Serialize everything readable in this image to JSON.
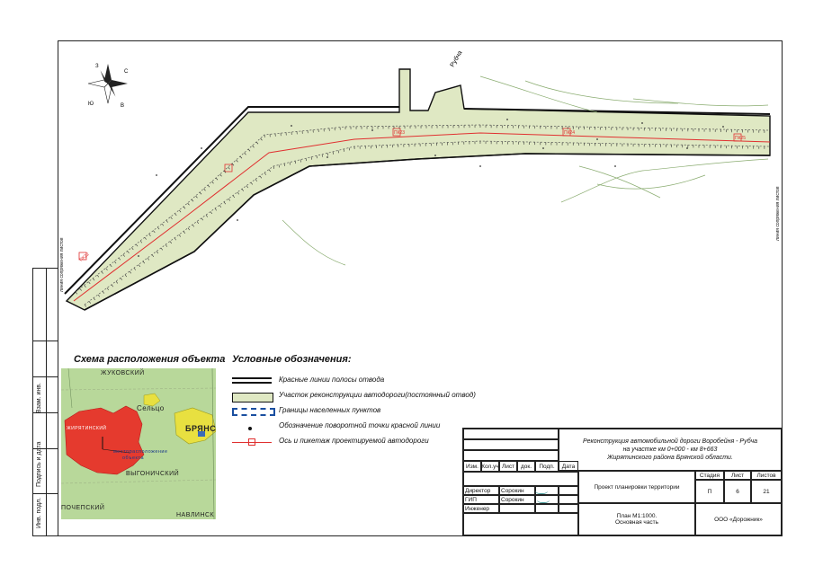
{
  "map": {
    "north_arrow_labels": {
      "s": "С",
      "z": "З",
      "v": "В",
      "yu": "Ю"
    },
    "station_labels": [
      "ПК23",
      "ПК24",
      "ПК25",
      "ПК22"
    ],
    "side_notes": {
      "left": "линия сопряжения листов",
      "right": "линия сопряжения листов"
    },
    "road_name": "Рубча"
  },
  "scheme": {
    "title": "Схема расположения объекта",
    "labels": {
      "zhukovsky": "ЖУКОВСКИЙ",
      "selco": "Сельцо",
      "bryansk": "БРЯНС",
      "zhiryatinsky": "ЖИРЯТИНСКИЙ",
      "object_location_1": "месторасположение",
      "object_location_2": "объекта",
      "vygonichsky": "ВЫГОНИЧСКИЙ",
      "pochepsky": "ПОЧЕПСКИЙ",
      "navlinsky": "НАВЛИНСК"
    }
  },
  "legend": {
    "title": "Условные обозначения:",
    "items": [
      {
        "label": "Красные линии полосы отвода"
      },
      {
        "label": "Участок реконструкции автодороги(постоянный отвод)"
      },
      {
        "label": "Границы населенных пунктов"
      },
      {
        "label": "Обозначение поворотной точки красной линии"
      },
      {
        "label": "Ось и пикетаж проектируемой автодороги"
      }
    ]
  },
  "side_stamp": {
    "labels": [
      "Инв. подл.",
      "Подпись и дата",
      "Взам. инв."
    ]
  },
  "title_block": {
    "project_title_1": "Реконструкция автомобильной дороги Воробейня - Рубча",
    "project_title_2": "на участке км 0+000 - км 8+663",
    "project_title_3": "Жирятинского района Брянской области.",
    "headers": [
      "Изм.",
      "Кол.уч",
      "Лист",
      "док.",
      "Подп.",
      "Дата"
    ],
    "staff": [
      {
        "role": "Директор",
        "name": "Сорокин"
      },
      {
        "role": "ГИП",
        "name": "Сорокин"
      },
      {
        "role": "Инженер",
        "name": ""
      }
    ],
    "doc_name": "Проект планировки территории",
    "stage_label": "Стадия",
    "sheet_label": "Лист",
    "sheets_label": "Листов",
    "stage": "П",
    "sheet": "6",
    "sheets": "21",
    "plan_name_1": "План М1:1000.",
    "plan_name_2": "Основная часть",
    "company": "ООО «Дорожник»"
  }
}
